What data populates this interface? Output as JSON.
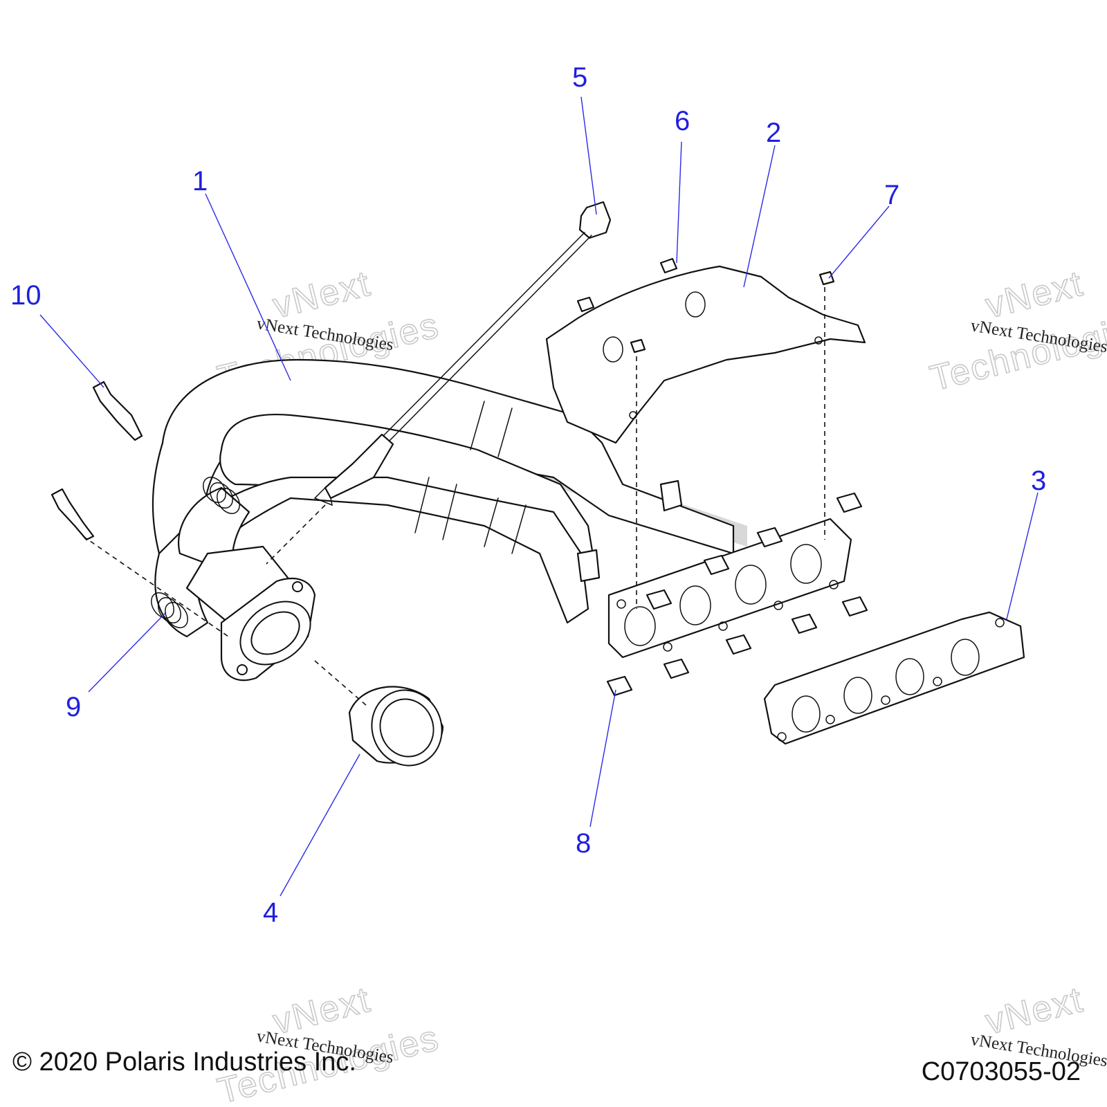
{
  "diagram": {
    "callouts": [
      {
        "id": "1",
        "label": "1"
      },
      {
        "id": "2",
        "label": "2"
      },
      {
        "id": "3",
        "label": "3"
      },
      {
        "id": "4",
        "label": "4"
      },
      {
        "id": "5",
        "label": "5"
      },
      {
        "id": "6",
        "label": "6"
      },
      {
        "id": "7",
        "label": "7"
      },
      {
        "id": "8",
        "label": "8"
      },
      {
        "id": "9",
        "label": "9"
      },
      {
        "id": "10",
        "label": "10"
      }
    ],
    "callout_color": "#1f1fe0"
  },
  "watermark": {
    "big_line1": "vNext",
    "big_line2": "Technologies",
    "small": "vNext Technologies"
  },
  "footer": {
    "copyright": "© 2020 Polaris Industries Inc.",
    "drawing_code": "C0703055-02"
  }
}
